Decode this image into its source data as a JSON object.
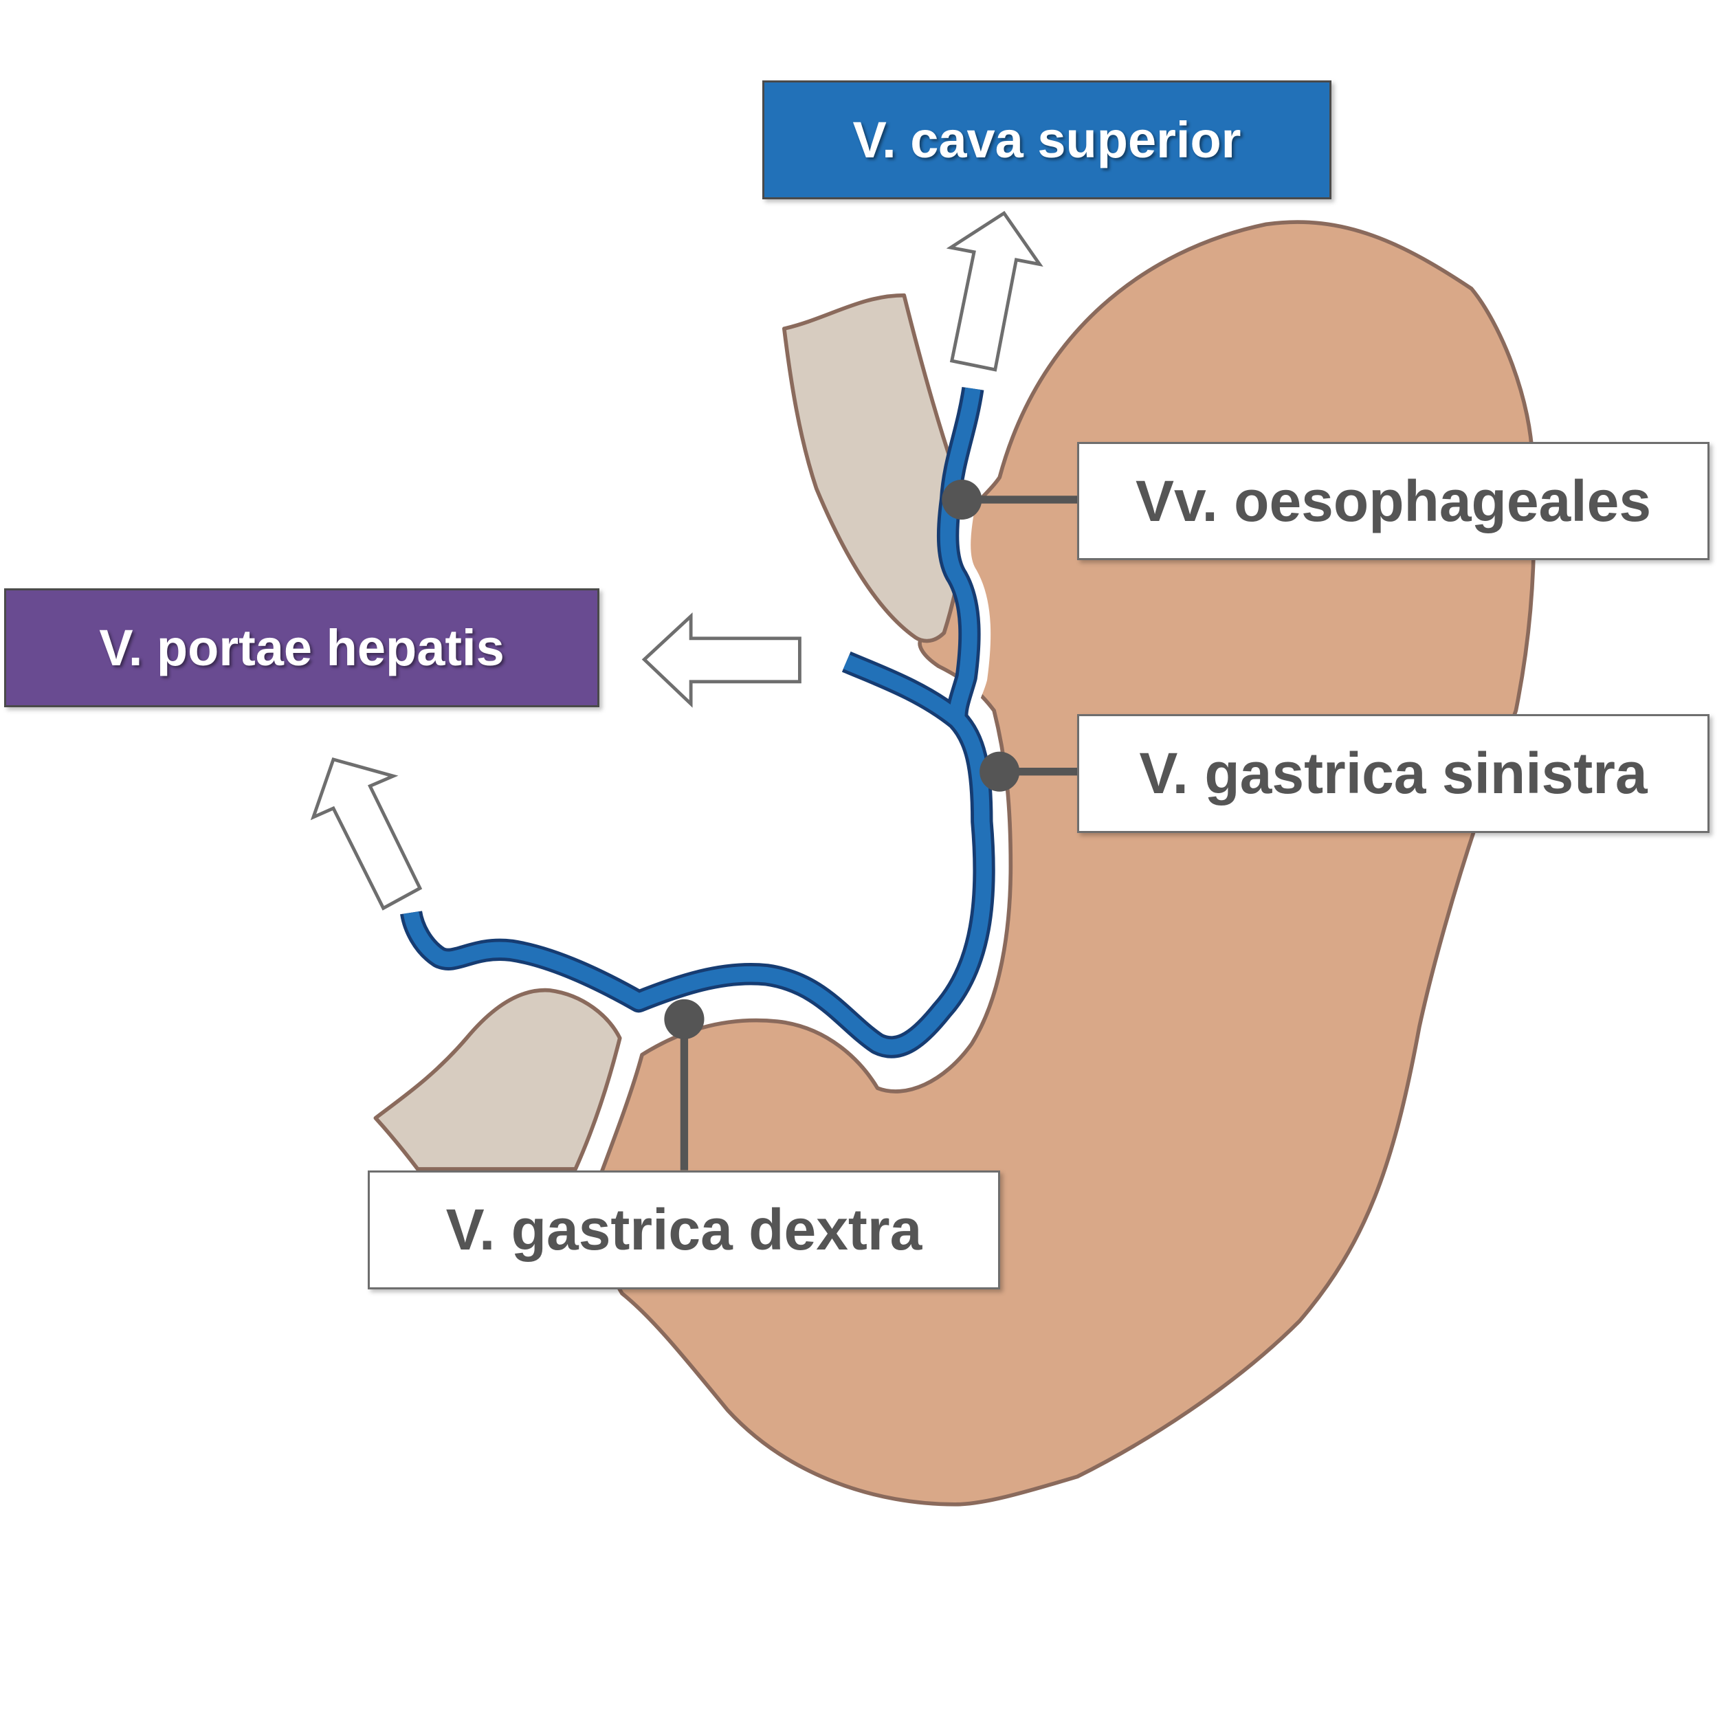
{
  "labels": {
    "cava": "V. cava superior",
    "portae": "V. portae hepatis",
    "oesophageales": "Vv. oesophageales",
    "gastrica_sinistra": "V. gastrica sinistra",
    "gastrica_dextra": "V. gastrica dextra"
  },
  "colors": {
    "stomach_fill": "#d9a888",
    "stomach_outline": "#8a6a5c",
    "oesophagus_fill": "#d7ccc0",
    "vein_blue": "#2271b8",
    "vein_outline": "#163c72",
    "cava_box": "#2271b8",
    "portae_box": "#694b91",
    "connector": "#555555",
    "arrow_fill": "#ffffff",
    "arrow_outline": "#6e6e6e"
  }
}
